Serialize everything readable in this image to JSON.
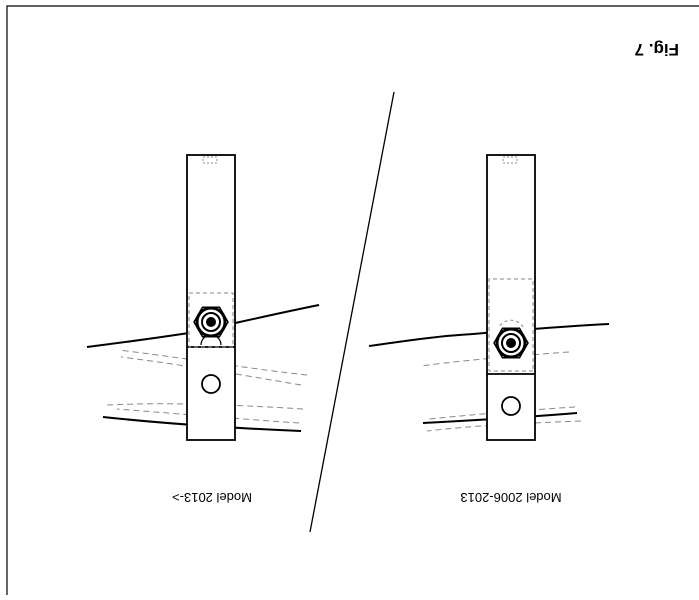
{
  "figure": {
    "label": "Fig. 7",
    "orientation": "upside-down",
    "line_color": "#000000",
    "hidden_line_color": "#888888",
    "background": "#ffffff"
  },
  "panels": {
    "left": {
      "caption": "Model 2013->"
    },
    "right": {
      "caption": "Model 2006-2013"
    }
  }
}
